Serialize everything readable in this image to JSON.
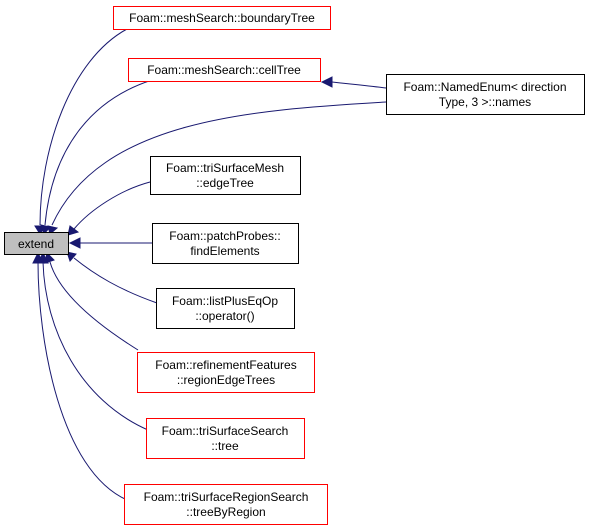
{
  "colors": {
    "edge": "#191970",
    "focus_fill": "#bfbfbf",
    "border_black": "#000000",
    "border_red": "#ff0000"
  },
  "nodes": {
    "extend": {
      "lines": [
        "extend"
      ],
      "border": "black",
      "focus": true
    },
    "boundaryTree": {
      "lines": [
        "Foam::meshSearch::boundaryTree"
      ],
      "border": "red"
    },
    "cellTree": {
      "lines": [
        "Foam::meshSearch::cellTree"
      ],
      "border": "red"
    },
    "names": {
      "lines": [
        "Foam::NamedEnum< direction",
        "Type, 3 >::names"
      ],
      "border": "black"
    },
    "edgeTree": {
      "lines": [
        "Foam::triSurfaceMesh",
        "::edgeTree"
      ],
      "border": "black"
    },
    "findElements": {
      "lines": [
        "Foam::patchProbes::",
        "findElements"
      ],
      "border": "black"
    },
    "operator": {
      "lines": [
        "Foam::listPlusEqOp",
        "::operator()"
      ],
      "border": "black"
    },
    "regionEdgeTrees": {
      "lines": [
        "Foam::refinementFeatures",
        "::regionEdgeTrees"
      ],
      "border": "red"
    },
    "tree": {
      "lines": [
        "Foam::triSurfaceSearch",
        "::tree"
      ],
      "border": "red"
    },
    "treeByRegion": {
      "lines": [
        "Foam::triSurfaceRegionSearch",
        "::treeByRegion"
      ],
      "border": "red"
    }
  }
}
